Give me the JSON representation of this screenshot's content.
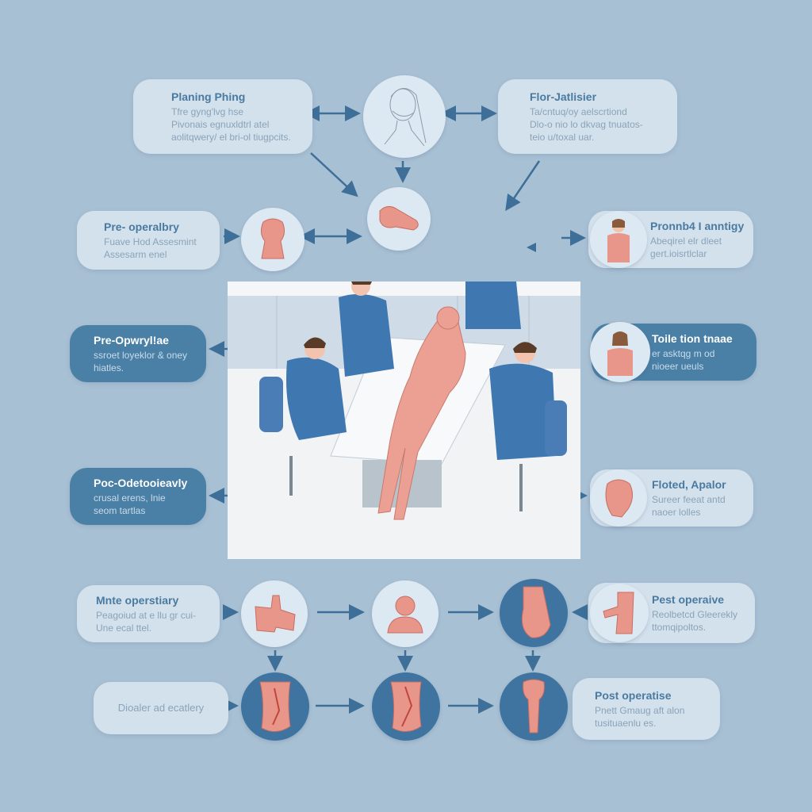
{
  "diagram": {
    "type": "surgical workflow infographic",
    "colors": {
      "background": "#a8c0d4",
      "card_light": "#d3e1ec",
      "card_dark": "#4a7fa6",
      "accent_arrow": "#3d6f98",
      "scrubs": "#3f77b0",
      "anatomy": "#e8968a"
    },
    "cards": {
      "planning": {
        "title": "Planing Phing",
        "lines": [
          "Tfre gyng'lvg hse",
          "Pivonais egnuxldtrl atel",
          "aolitqwery/ el bri-ol tiugpcits."
        ]
      },
      "flor": {
        "title": "Flor-Jatlisier",
        "lines": [
          "Ta/cntuq/oy aelscrtiond",
          "Dlo-o nio lo dkvag tnuatos-",
          "teio u/toxal uar."
        ]
      },
      "preop1": {
        "title": "Pre- operalbry",
        "lines": [
          "Fuave Hod Assesmint",
          "Assesarm enel"
        ]
      },
      "pronnb": {
        "title": "Pronnb4 I anntigy",
        "lines": [
          "Abeqirel elr dleet",
          "gert.ioisrtlclar"
        ]
      },
      "preop2": {
        "title": "Pre-Opwryl!ae",
        "lines": [
          "ssroet loyeklor & oney",
          "hiatles."
        ]
      },
      "toile": {
        "title": "Toile tion tnaae",
        "lines": [
          "er asktqg  m od",
          "nioeer ueuls"
        ]
      },
      "poc": {
        "title": "Poc-Odetooieavly",
        "lines": [
          "crusal erens, lnie",
          "seom tartlas"
        ]
      },
      "floted": {
        "title": "Floted, Apalor",
        "lines": [
          "Sureer feeat antd",
          "naoer lolles"
        ]
      },
      "mnte": {
        "title": "Mnte operstiary",
        "lines": [
          "Peagoiud at e llu gr cui-",
          "Une ecal ttel."
        ]
      },
      "post1": {
        "title": "Pest operaive",
        "lines": [
          "Reolbetcd Gleerekly",
          "ttomqipoltos."
        ]
      },
      "dioaler": {
        "title": "",
        "lines": [
          "Dioaler ad ecatlery"
        ]
      },
      "post2": {
        "title": "Post operatise",
        "lines": [
          "Pnett Gmaug aft alon",
          "tusituaenlu es."
        ]
      }
    },
    "icons": [
      "sketch-face-mask-icon",
      "anatomy-organ-icon",
      "anatomy-torso-icon",
      "patient-figure-icon",
      "patient-holding-icon",
      "anatomy-head-icon",
      "anatomy-limb-icon",
      "anatomy-bust-icon",
      "anatomy-joint-icon",
      "anatomy-arm-icon",
      "anatomy-tissue-icon",
      "anatomy-tissue-2-icon",
      "anatomy-bone-icon"
    ],
    "central_scene": "Four medical staff in blue scrubs around an anatomical patient on an operating table"
  }
}
